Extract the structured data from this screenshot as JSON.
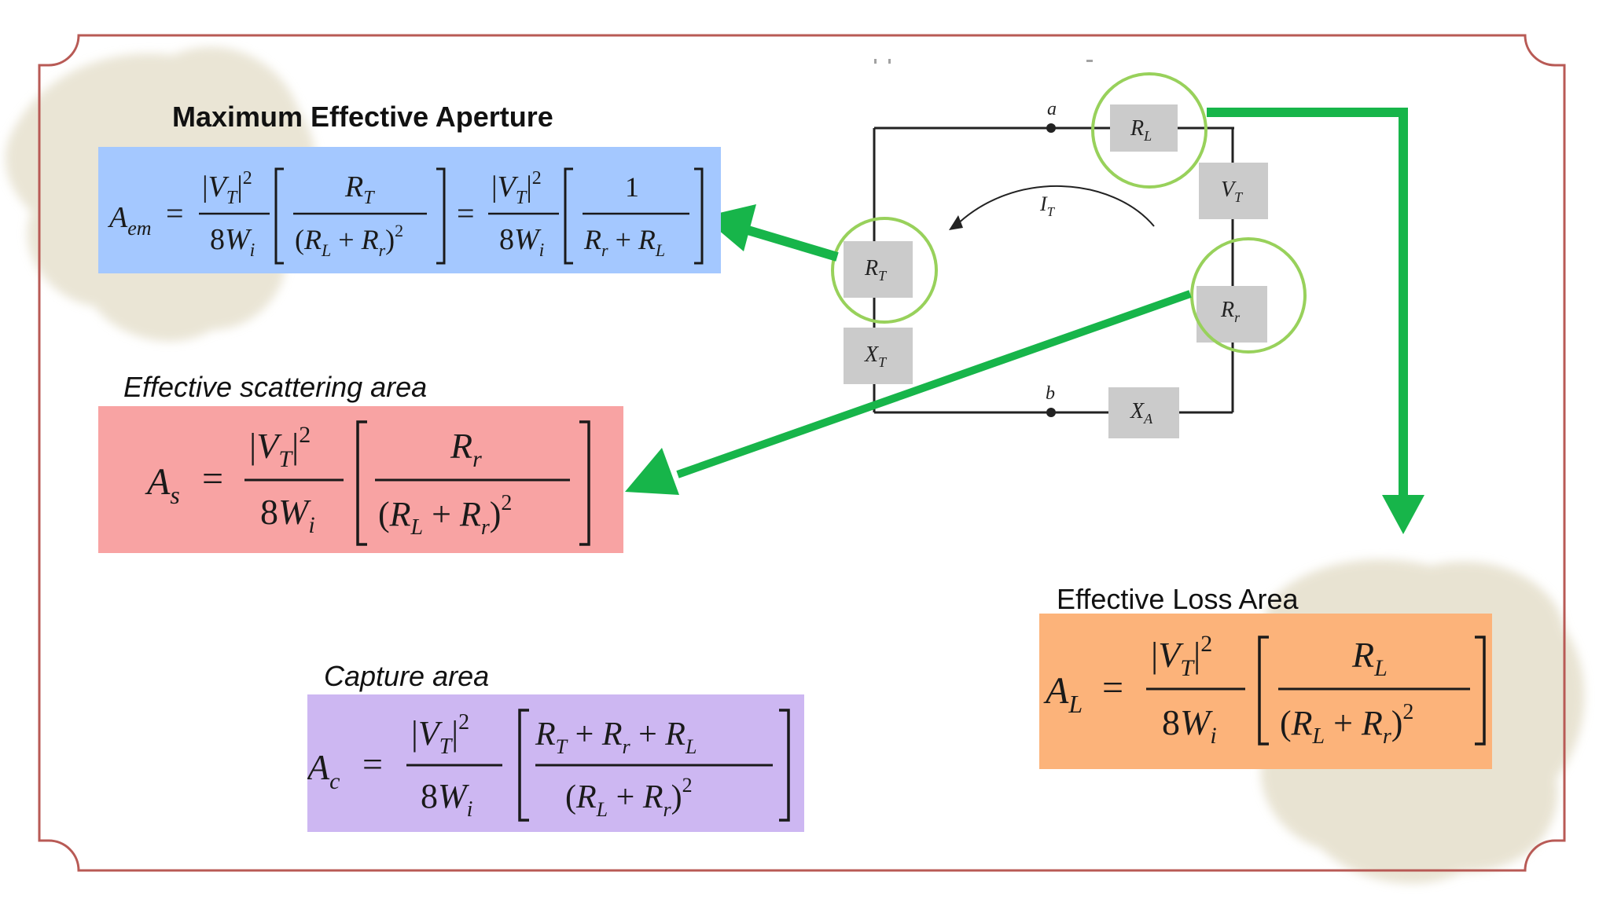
{
  "captions": {
    "max_aperture": "Maximum Effective Aperture",
    "scattering": "Effective scattering area",
    "capture": "Capture area",
    "loss": "Effective Loss Area"
  },
  "circuit": {
    "node_a": "a",
    "node_b": "b",
    "current": "I",
    "current_sub": "T",
    "rl": {
      "base": "R",
      "sub": "L"
    },
    "vt": {
      "base": "V",
      "sub": "T"
    },
    "rt": {
      "base": "R",
      "sub": "T"
    },
    "rr": {
      "base": "R",
      "sub": "r"
    },
    "xt": {
      "base": "X",
      "sub": "T"
    },
    "xa": {
      "base": "X",
      "sub": "A"
    }
  },
  "colors": {
    "frame": "#b85a55",
    "blue_box": "#a4c8ff",
    "red_box": "#f8a3a3",
    "purple_box": "#cdb7f2",
    "orange_box": "#fcb37a",
    "arrow_green": "#17b54a",
    "highlight_circle": "#98d15b",
    "component_fill": "#cbcbcb",
    "paper_stain": "#e3ddc8"
  }
}
